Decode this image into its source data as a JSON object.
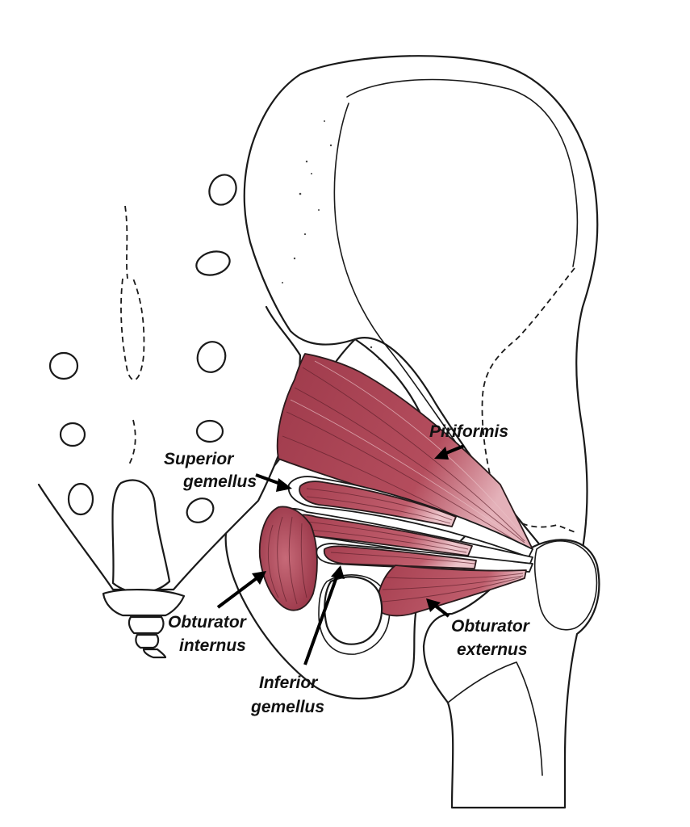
{
  "colors": {
    "muscle": "#b04a5a",
    "muscle_light": "#d38793",
    "muscle_dark": "#8f3445",
    "outline": "#1a1a1a"
  },
  "labels": {
    "piriformis": "Piriformis",
    "superior_gemellus_1": "Superior",
    "superior_gemellus_2": "gemellus",
    "obturator_internus_1": "Obturator",
    "obturator_internus_2": "internus",
    "inferior_gemellus_1": "Inferior",
    "inferior_gemellus_2": "gemellus",
    "obturator_externus_1": "Obturator",
    "obturator_externus_2": "externus"
  }
}
